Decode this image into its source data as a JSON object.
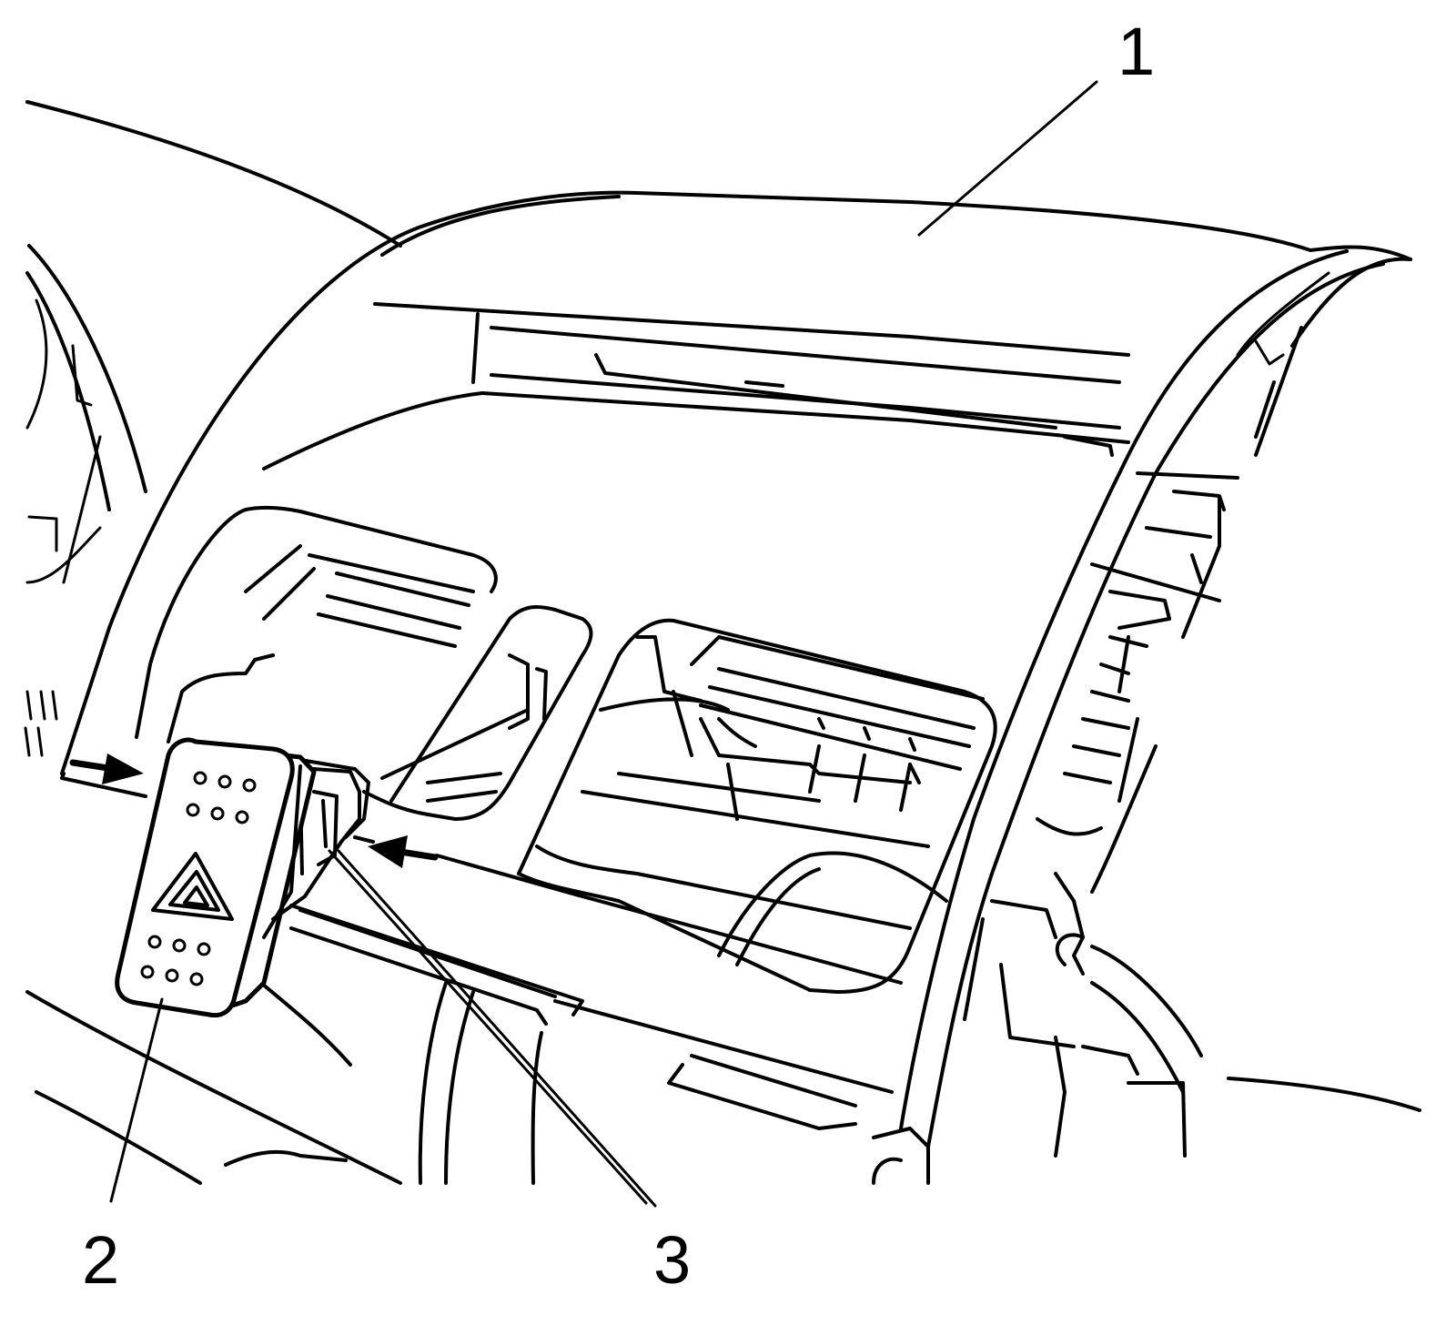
{
  "callouts": [
    {
      "id": "1",
      "label": "1"
    },
    {
      "id": "2",
      "label": "2"
    },
    {
      "id": "3",
      "label": "3"
    }
  ],
  "icons": {
    "hazard_switch": "hazard-warning-triangle-icon",
    "arrow_left_side": "arrow-right-icon",
    "arrow_right_side": "arrow-left-icon"
  },
  "colors": {
    "line": "#000000",
    "background": "#ffffff"
  }
}
